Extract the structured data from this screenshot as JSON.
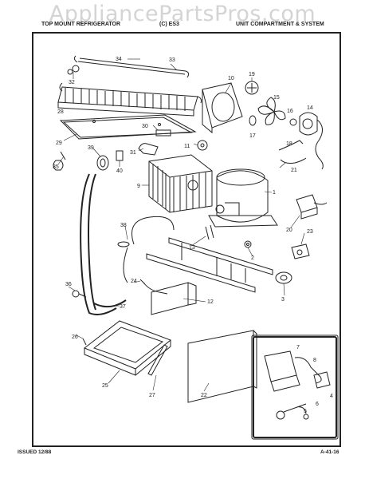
{
  "watermark": "AppliancePartsPros.com",
  "header": {
    "left": "TOP MOUNT REFRIGERATOR",
    "middle": "(C) ES3",
    "right": "UNIT COMPARTMENT & SYSTEM"
  },
  "footer": {
    "issued": "ISSUED 12/88",
    "page": "A-41-16"
  },
  "callouts": [
    "1",
    "2",
    "3",
    "4",
    "5",
    "6",
    "7",
    "8",
    "9",
    "10",
    "11",
    "12",
    "13",
    "14",
    "15",
    "16",
    "17",
    "18",
    "19",
    "20",
    "21",
    "22",
    "23",
    "24",
    "25",
    "26",
    "27",
    "28",
    "29",
    "30",
    "31",
    "32",
    "33",
    "34",
    "35",
    "36",
    "37",
    "38",
    "39",
    "40"
  ]
}
